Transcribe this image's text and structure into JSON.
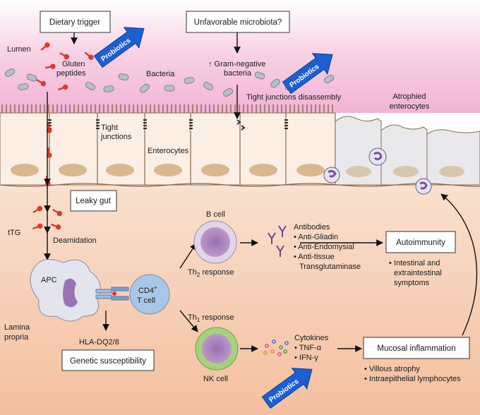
{
  "boxes": {
    "dietary_trigger": "Dietary trigger",
    "unfavorable_microbiota": "Unfavorable microbiota?",
    "leaky_gut": "Leaky gut",
    "autoimmunity": "Autoimmunity",
    "mucosal_inflammation": "Mucosal inflammation",
    "genetic_susceptibility": "Genetic susceptibility"
  },
  "probiotics": [
    "Probiotics",
    "Probiotics",
    "Probiotics"
  ],
  "labels": {
    "lumen": "Lumen",
    "gluten_line1": "Gluten",
    "gluten_line2": "peptides",
    "bacteria": "Bacteria",
    "gram_neg_line1": "↑ Gram-negative",
    "gram_neg_line2": "bacteria",
    "tight_disassembly": "Tight junctions disassembly",
    "atrophied_line1": "Atrophied",
    "atrophied_line2": "enterocytes",
    "tight_line1": "Tight",
    "tight_line2": "junctions",
    "enterocytes": "Enterocytes",
    "ttg": "tTG",
    "deamidation": "Deamidation",
    "apc": "APC",
    "lamina_line1": "Lamina",
    "lamina_line2": "propria",
    "hla": "HLA-DQ2/8",
    "cd4_main": "CD4",
    "cd4_sup": "+",
    "tcell": "T cell",
    "bcell": "B cell",
    "th2_main": "Th",
    "th2_sub": "2",
    "th2_rest": " response",
    "th1_main": "Th",
    "th1_sub": "1",
    "th1_rest": " response",
    "nkcell": "NK cell",
    "antibodies_title": "Antibodies",
    "antibodies": [
      "• Anti-Gliadin",
      "• Anti-Endomysial",
      "• Anti-tissue",
      "Transglutaminase"
    ],
    "symptoms": [
      "• Intestinal and",
      "extraintestinal",
      "symptoms"
    ],
    "cytokines_title": "Cytokines",
    "cytokines": [
      "• TNF-α",
      "• IFN-γ"
    ],
    "inflammation": [
      "• Villous atrophy",
      "• Intraepithelial lymphocytes"
    ]
  },
  "colors": {
    "lumen_top": "#f3b6d8",
    "lamina": "#f6c8a8",
    "enterocyte": "#fbeee4",
    "nucleus": "#d9b88f",
    "probiotic_arrow": "#1d5fd0",
    "gluten": "#d93a2b",
    "bacteria": "#b7bcc9",
    "cell_purple": "#a17bb8",
    "nk_green": "#a8d07f",
    "tcell_blue": "#a9c6e6"
  }
}
